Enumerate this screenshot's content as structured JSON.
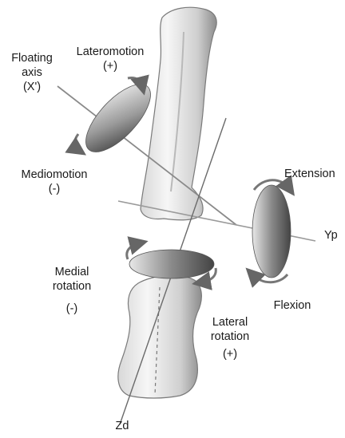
{
  "labels": {
    "floating_axis": [
      "Floating",
      "axis",
      "(X')"
    ],
    "lateromotion": [
      "Lateromotion",
      "(+)"
    ],
    "mediomotion": [
      "Mediomotion",
      "(-)"
    ],
    "extension": "Extension",
    "yp": "Yp",
    "flexion": "Flexion",
    "medial_rotation": [
      "Medial",
      "rotation",
      "(-)"
    ],
    "lateral_rotation": [
      "Lateral",
      "rotation",
      "(+)"
    ],
    "zd": "Zd"
  }
}
